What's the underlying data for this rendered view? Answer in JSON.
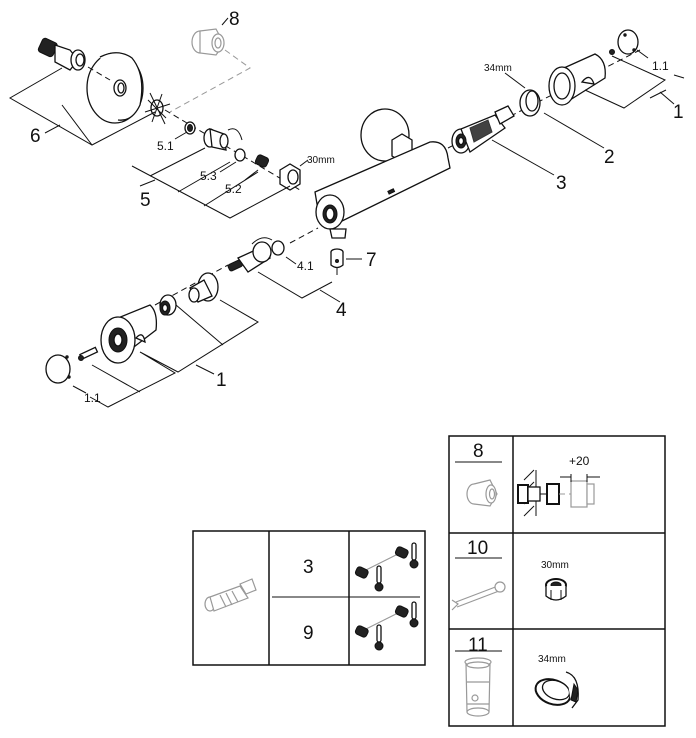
{
  "diagram": {
    "title": "Thermostatic shower mixer exploded parts view",
    "callouts": {
      "p1_top": "1",
      "p1_1_top": "1.1",
      "p2": "2",
      "p3": "3",
      "p4": "4",
      "p4_1": "4.1",
      "p5": "5",
      "p5_1": "5.1",
      "p5_2": "5.2",
      "p5_3": "5.3",
      "p6": "6",
      "p7": "7",
      "p8": "8",
      "p1_bottom": "1",
      "p1_1_bottom": "1.1"
    },
    "dimensions": {
      "nut_top": "34mm",
      "nut_mid": "30mm"
    }
  },
  "cartridge_table": {
    "rows": [
      {
        "number": "3",
        "icon": "cartridge-thermometer-icon"
      },
      {
        "number": "9",
        "icon": "cartridge-thermometer-reversed-icon"
      }
    ]
  },
  "accessories_table": {
    "rows": [
      {
        "number": "8",
        "detail": "+20",
        "detail_icon": "extension-installation-icon"
      },
      {
        "number": "10",
        "detail": "30mm",
        "detail_icon": "hex-nut-icon"
      },
      {
        "number": "11",
        "detail": "34mm",
        "detail_icon": "threaded-ring-icon"
      }
    ]
  }
}
